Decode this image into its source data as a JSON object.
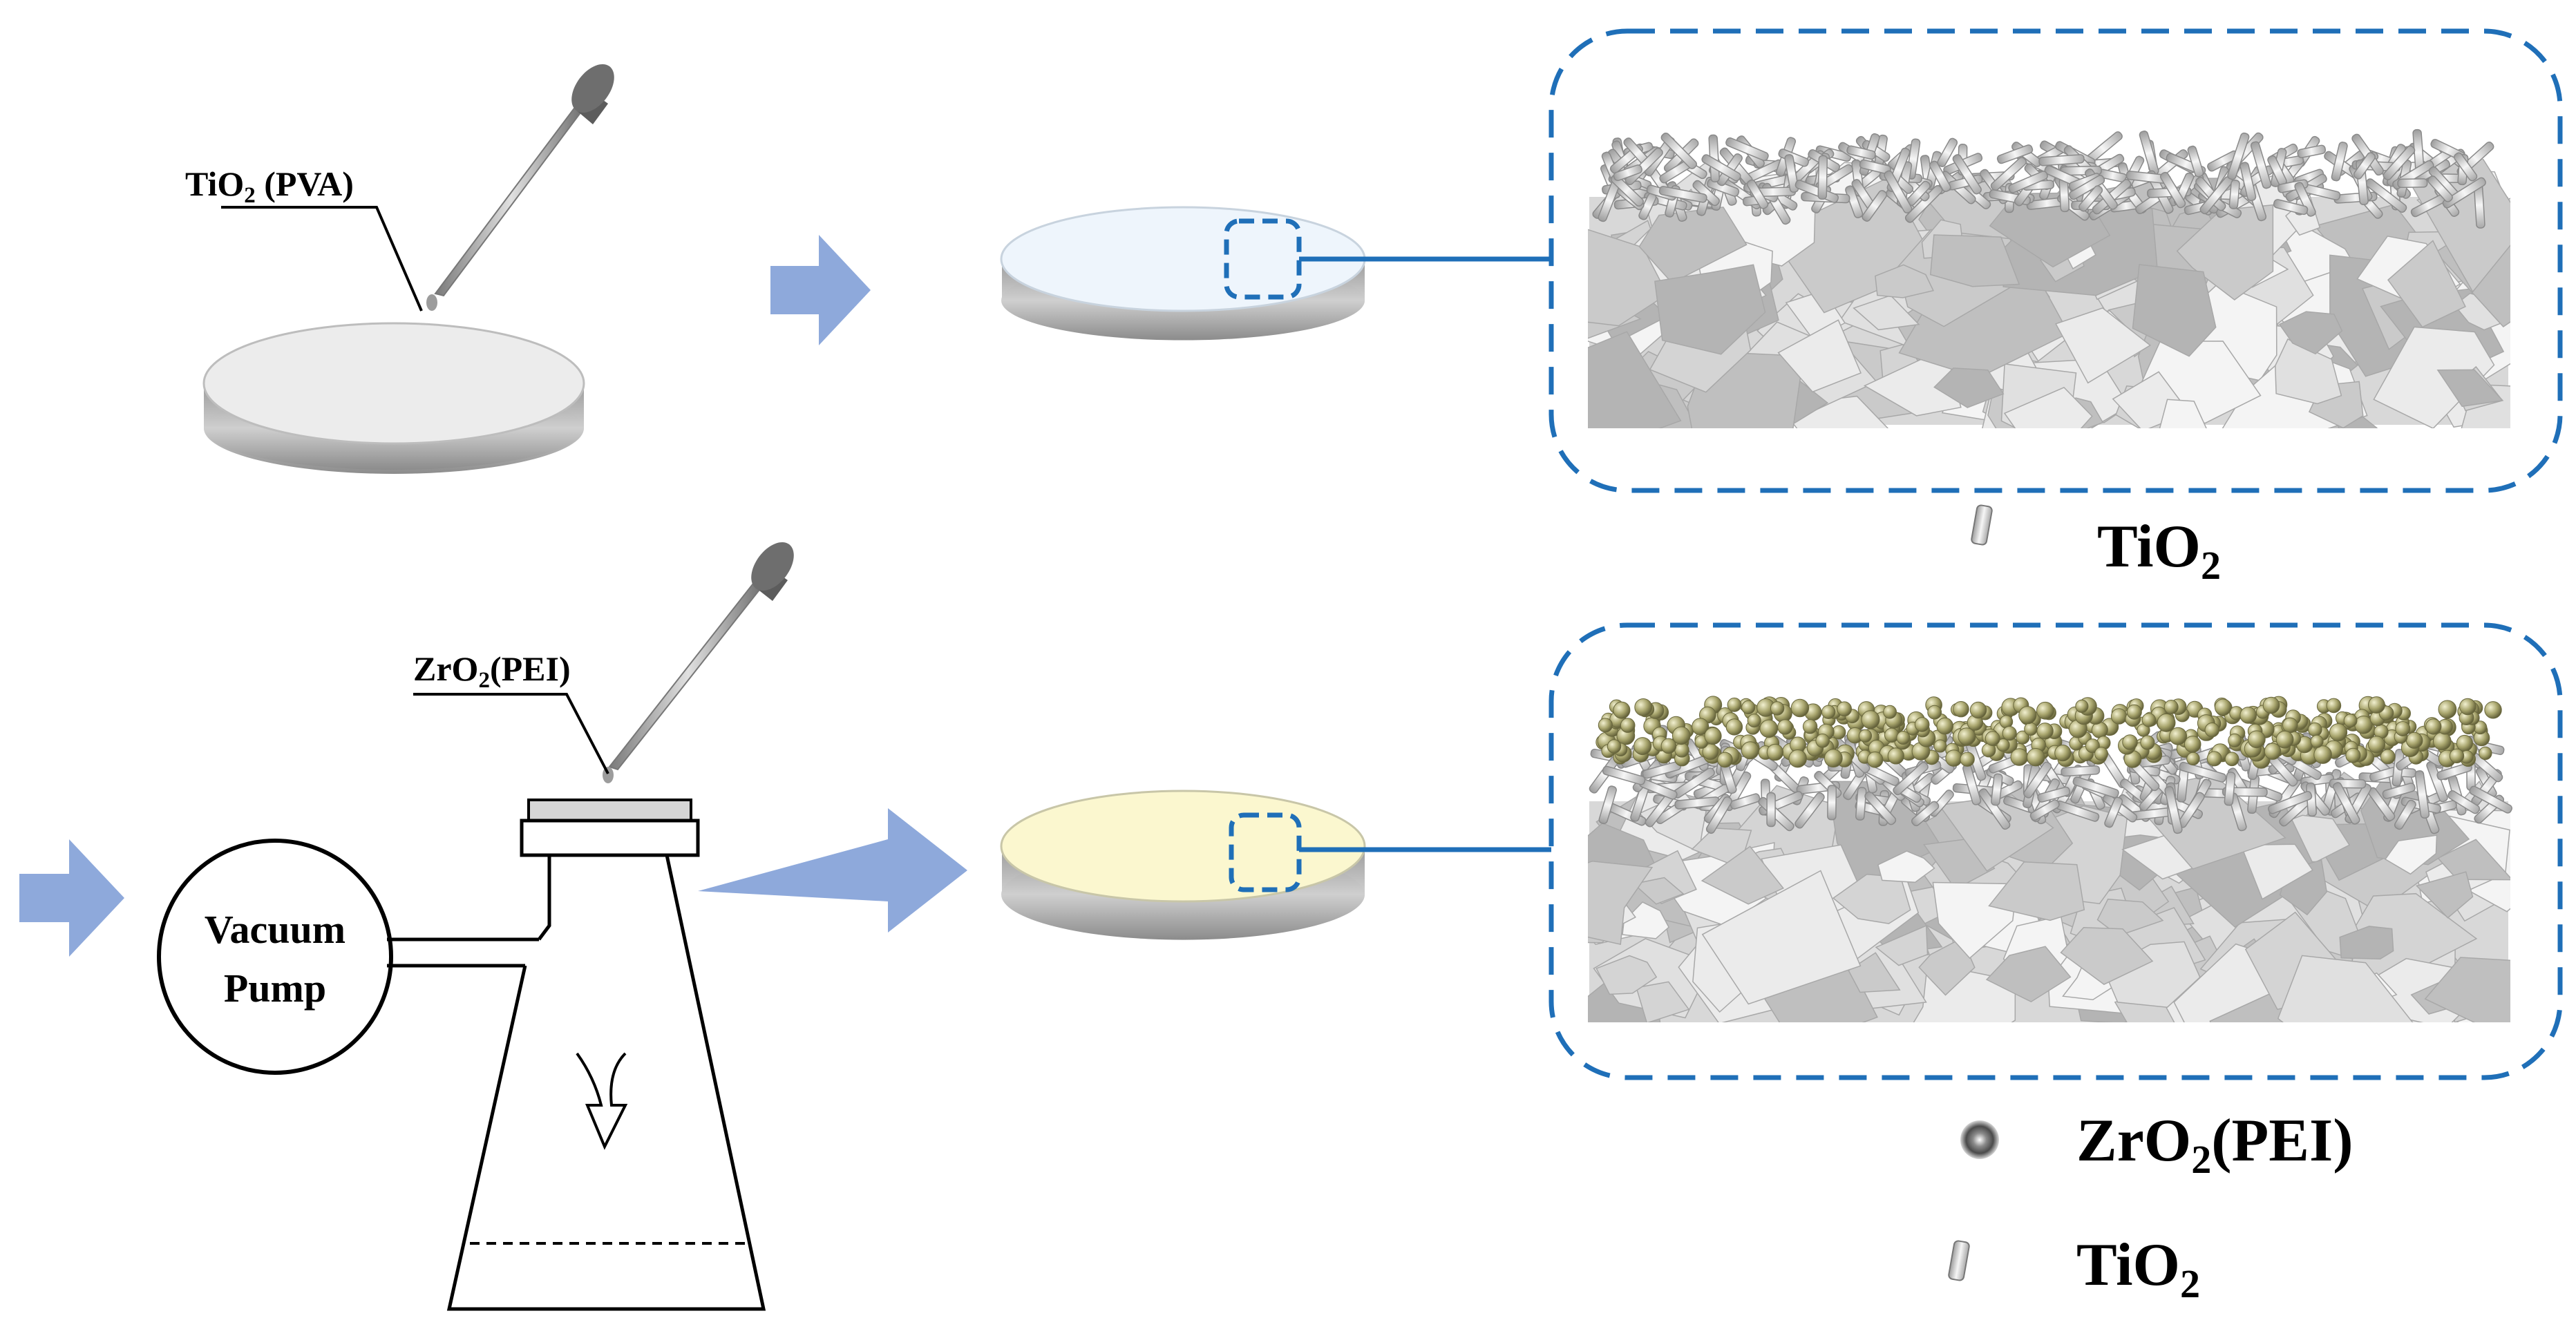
{
  "labels": {
    "tio2_pva": {
      "main": "TiO",
      "sub": "2",
      "rest": " (PVA)"
    },
    "zro2_pei": {
      "main": "ZrO",
      "sub": "2",
      "rest": "(PEI)"
    },
    "pump_line1": "Vacuum",
    "pump_line2": "Pump"
  },
  "legend": {
    "top": [
      {
        "icon": "tio2-rod-icon",
        "main": "TiO",
        "sub": "2",
        "rest": ""
      }
    ],
    "bottom": [
      {
        "icon": "zro2-sphere-icon",
        "main": "ZrO",
        "sub": "2",
        "rest": "(PEI)"
      },
      {
        "icon": "tio2-rod-icon",
        "main": "TiO",
        "sub": "2",
        "rest": ""
      }
    ]
  },
  "colors": {
    "arrow": "#8ea9db",
    "dashed_frame": "#1f6fb8",
    "disc_top_plain": "#ececec",
    "disc_top_blue": "#eef5fc",
    "disc_top_yellow": "#fbf7cf",
    "substrate": "#d2d2d2",
    "tio2_rod": "#e8e8e8",
    "zro2_sphere": "#a9a66e"
  }
}
